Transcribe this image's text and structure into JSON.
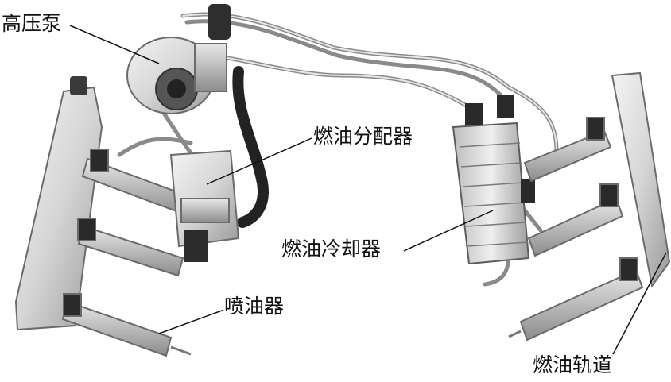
{
  "labels": {
    "pump": "高压泵",
    "distributor": "燃油分配器",
    "cooler": "燃油冷却器",
    "injector": "喷油器",
    "rail": "燃油轨道"
  }
}
